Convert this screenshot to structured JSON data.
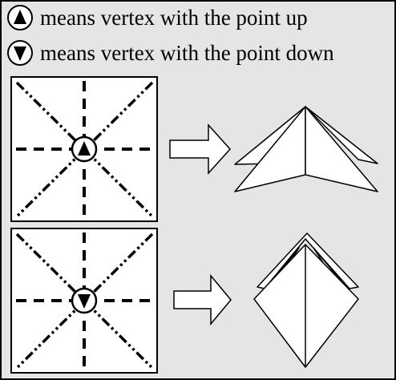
{
  "legend": [
    {
      "symbol": "vertex-up-icon",
      "text": "means vertex with the point up"
    },
    {
      "symbol": "vertex-down-icon",
      "text": "means vertex with the point down"
    }
  ],
  "colors": {
    "background": "#e5e5e5",
    "line": "#000000",
    "paper": "#ffffff"
  },
  "steps": [
    {
      "crease_pattern_center": "vertex-up",
      "result": "square-pyramid-point-up"
    },
    {
      "crease_pattern_center": "vertex-down",
      "result": "square-pyramid-point-down"
    }
  ]
}
